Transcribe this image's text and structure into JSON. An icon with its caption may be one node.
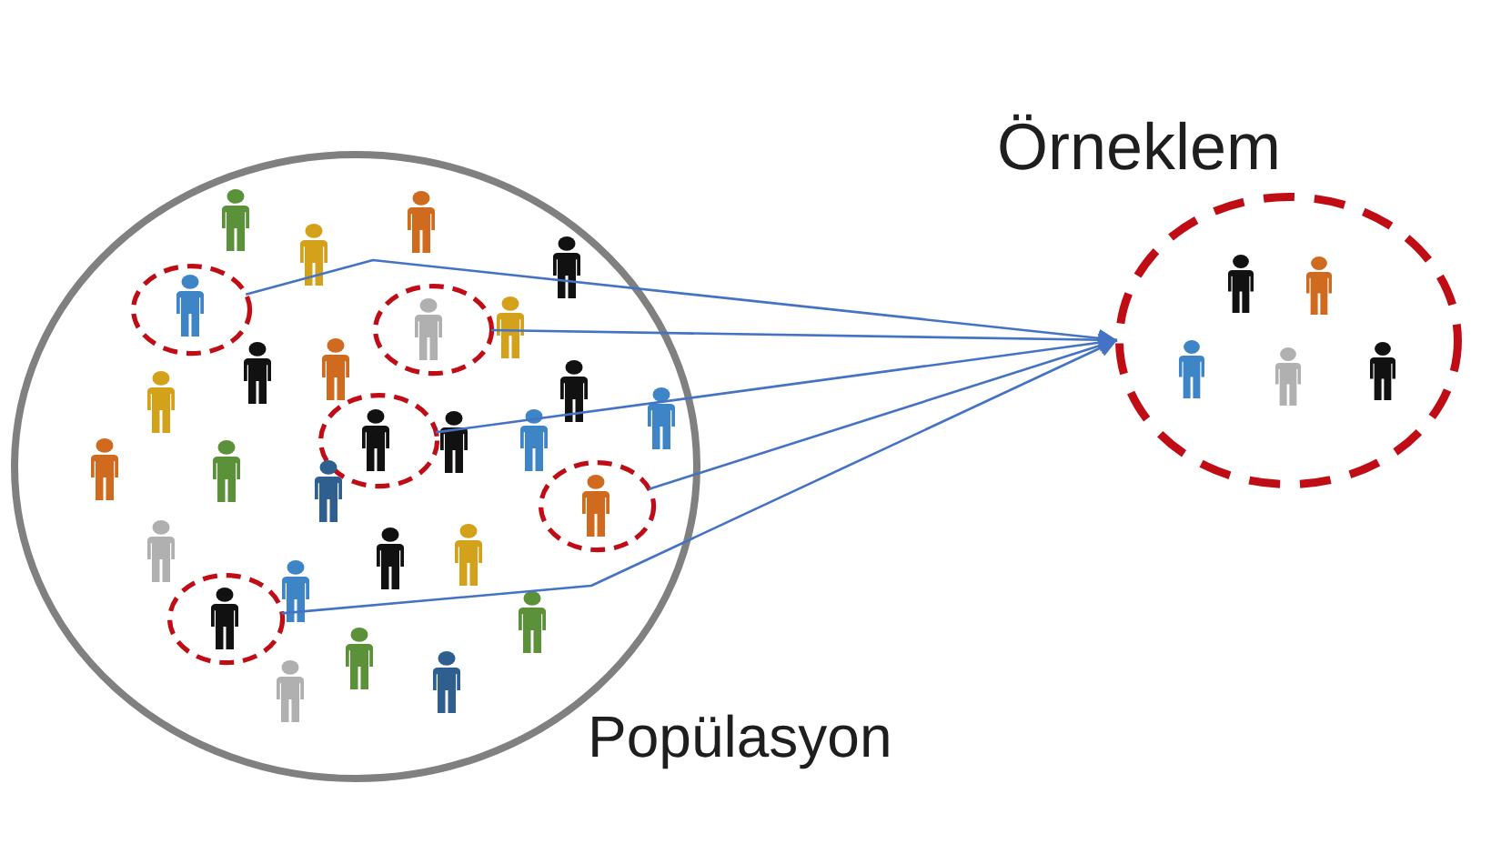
{
  "diagram": {
    "nodes": [
      {
        "text": [
          "Popülasyon"
        ]
      },
      {
        "text": [],
        "shape": "circle",
        "in": 0
      },
      {
        "text": [],
        "shape": "circle",
        "in": 0
      },
      {
        "text": [],
        "shape": "circle",
        "in": 0
      },
      {
        "text": [],
        "shape": "circle",
        "in": 0
      },
      {
        "text": [],
        "shape": "circle",
        "in": 0
      },
      {
        "text": [
          "Örneklem"
        ]
      }
    ],
    "edges": [
      {
        "from": 1,
        "to": 6,
        "arrow": "to"
      },
      {
        "from": 2,
        "to": 6,
        "arrow": "to"
      },
      {
        "from": 3,
        "to": 6,
        "arrow": "to"
      },
      {
        "from": 4,
        "to": 6,
        "arrow": "to"
      },
      {
        "from": 5,
        "to": 6,
        "arrow": "to"
      }
    ]
  }
}
